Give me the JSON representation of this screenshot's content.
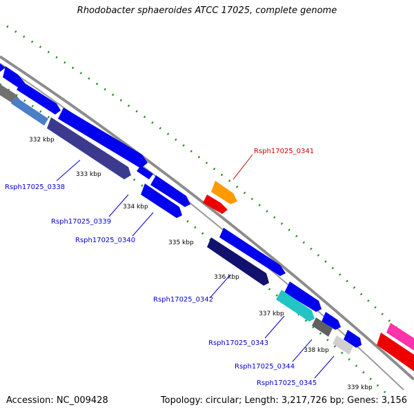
{
  "title": "Rhodobacter sphaeroides ATCC 17025, complete genome",
  "footer": {
    "accession": "Accession: NC_009428",
    "summary": "Topology: circular; Length: 3,217,726 bp; Genes: 3,156"
  },
  "colors": {
    "backbone": "#8c8c8c",
    "tick_dots": "#228b22",
    "forward_gene": "#0000ee",
    "reverse_label": "#0000cc",
    "highlight_label": "#cc0000"
  },
  "kbp_ticks": [
    "332 kbp",
    "333 kbp",
    "334 kbp",
    "335 kbp",
    "336 kbp",
    "337 kbp",
    "338 kbp",
    "339 kbp"
  ],
  "gene_labels": [
    {
      "name": "Rsph17025_0338",
      "color": "#0000cc"
    },
    {
      "name": "Rsph17025_0339",
      "color": "#0000cc"
    },
    {
      "name": "Rsph17025_0340",
      "color": "#0000cc"
    },
    {
      "name": "Rsph17025_0341",
      "color": "#cc0000"
    },
    {
      "name": "Rsph17025_0342",
      "color": "#0000cc"
    },
    {
      "name": "Rsph17025_0343",
      "color": "#0000cc"
    },
    {
      "name": "Rsph17025_0344",
      "color": "#0000cc"
    },
    {
      "name": "Rsph17025_0345",
      "color": "#0000cc"
    }
  ]
}
